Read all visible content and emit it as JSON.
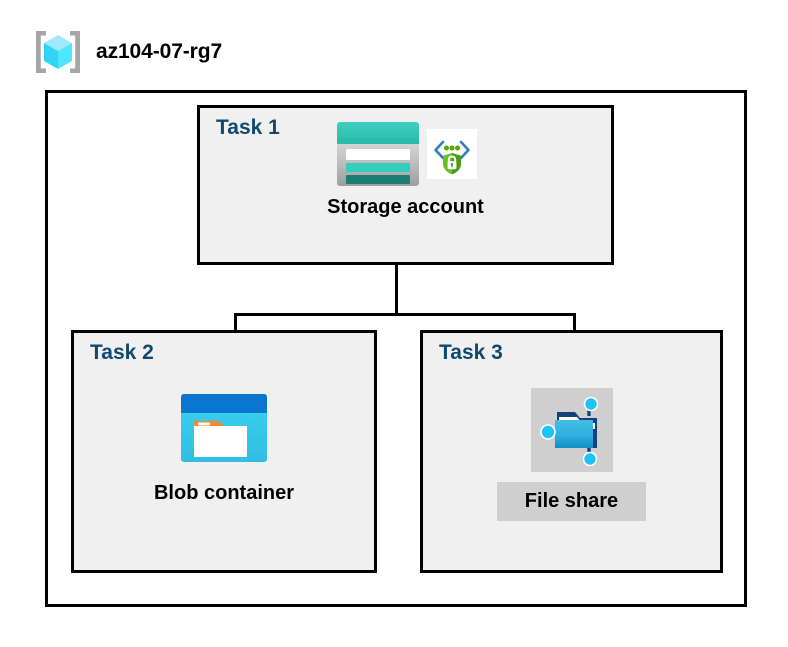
{
  "diagram": {
    "title": "az104-07-rg7",
    "resource_group_icon": "azure-resource-group-icon",
    "border_color": "#000000",
    "box_fill": "#f0f0f0",
    "task_label_color": "#10496f",
    "highlight_color": "#cfcfcf"
  },
  "tasks": [
    {
      "label": "Task 1",
      "node": {
        "caption": "Storage account",
        "icons": [
          {
            "name": "storage-account-icon",
            "accent": "#32bcad"
          },
          {
            "name": "secure-endpoint-shield-icon",
            "accent": "#4eaa00"
          }
        ]
      }
    },
    {
      "label": "Task 2",
      "node": {
        "caption": "Blob container",
        "icons": [
          {
            "name": "blob-container-icon",
            "accent": "#0078d4"
          }
        ]
      }
    },
    {
      "label": "Task 3",
      "node": {
        "caption": "File share",
        "icons": [
          {
            "name": "file-share-icon",
            "accent": "#1fb5ef"
          }
        ]
      }
    }
  ],
  "connectors": [
    {
      "from": "Storage account",
      "to": "Blob container"
    },
    {
      "from": "Storage account",
      "to": "File share"
    }
  ]
}
